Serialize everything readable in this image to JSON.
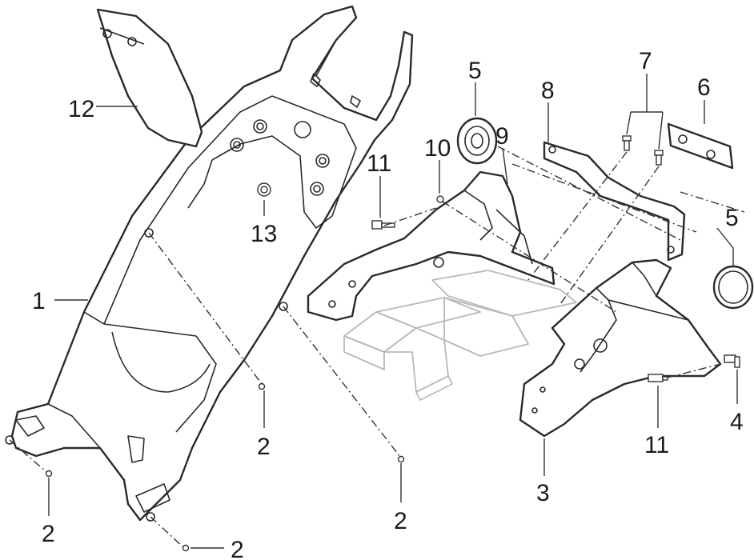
{
  "callouts": {
    "c1": "1",
    "c2a": "2",
    "c2b": "2",
    "c2c": "2",
    "c2d": "2",
    "c3": "3",
    "c4": "4",
    "c5a": "5",
    "c5b": "5",
    "c6": "6",
    "c7": "7",
    "c8": "8",
    "c9": "9",
    "c10": "10",
    "c11a": "11",
    "c11b": "11",
    "c12": "12",
    "c13": "13"
  }
}
